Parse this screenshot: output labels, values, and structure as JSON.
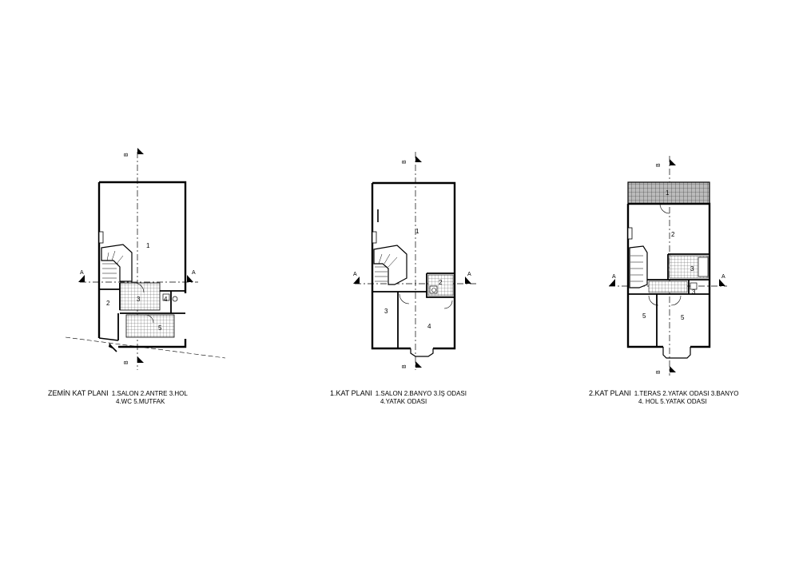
{
  "plans": [
    {
      "title": "ZEMİN KAT PLANI",
      "legend_line1": "1.SALON 2.ANTRE 3.HOL",
      "legend_line2": "4.WC 5.MUTFAK",
      "room_numbers": [
        "1",
        "2",
        "3",
        "4",
        "5"
      ]
    },
    {
      "title": "1.KAT PLANI",
      "legend_line1": "1.SALON 2.BANYO 3.İŞ ODASI",
      "legend_line2": "4.YATAK ODASI",
      "room_numbers": [
        "1",
        "2",
        "3",
        "4"
      ]
    },
    {
      "title": "2.KAT PLANI",
      "legend_line1": "1.TERAS 2.YATAK ODASI 3.BANYO",
      "legend_line2": "4. HOL 5.YATAK ODASI",
      "room_numbers": [
        "1",
        "2",
        "3",
        "3",
        "5",
        "5"
      ]
    }
  ],
  "section_markers": {
    "a": "A",
    "b": "B"
  }
}
